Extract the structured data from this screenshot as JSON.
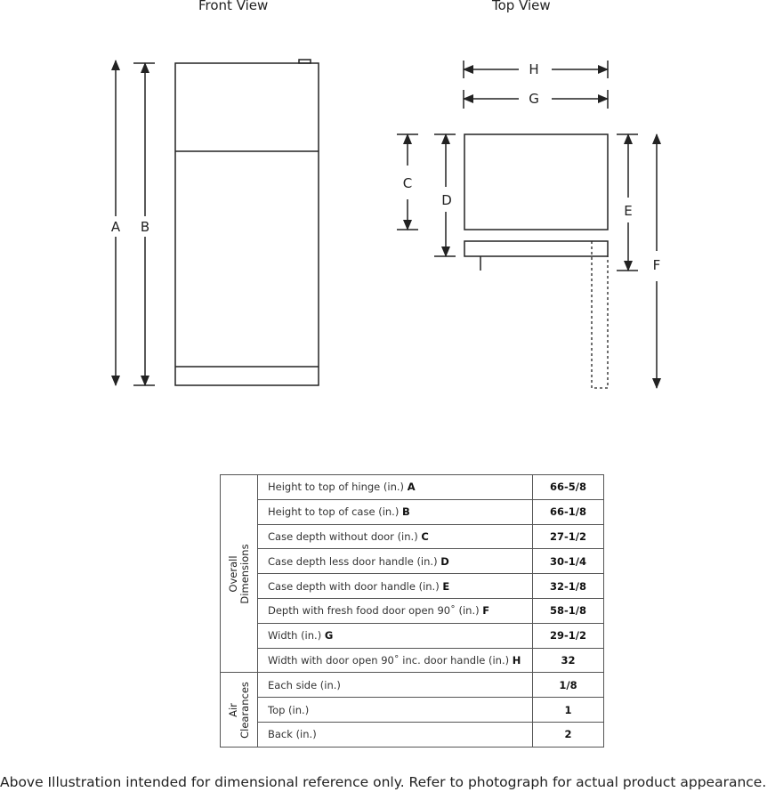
{
  "views": {
    "front_title": "Front View",
    "top_title": "Top View"
  },
  "dimension_labels": {
    "A": "A",
    "B": "B",
    "C": "C",
    "D": "D",
    "E": "E",
    "F": "F",
    "G": "G",
    "H": "H"
  },
  "table": {
    "groups": {
      "overall_line1": "Overall",
      "overall_line2": "Dimensions",
      "air_line1": "Air",
      "air_line2": "Clearances"
    },
    "rows": [
      {
        "label": "Height to top of hinge (in.)",
        "key": "A",
        "value": "66-5/8"
      },
      {
        "label": "Height to top of case (in.)",
        "key": "B",
        "value": "66-1/8"
      },
      {
        "label": "Case depth without door (in.)",
        "key": "C",
        "value": "27-1/2"
      },
      {
        "label": "Case depth less door handle (in.)",
        "key": "D",
        "value": "30-1/4"
      },
      {
        "label": "Case depth with door handle (in.)",
        "key": "E",
        "value": "32-1/8"
      },
      {
        "label": "Depth with fresh food door open 90˚ (in.)",
        "key": "F",
        "value": "58-1/8"
      },
      {
        "label": "Width (in.)",
        "key": "G",
        "value": "29-1/2"
      },
      {
        "label": "Width with door open 90˚ inc. door handle (in.)",
        "key": "H",
        "value": "32"
      },
      {
        "label": "Each side (in.)",
        "key": "",
        "value": "1/8"
      },
      {
        "label": "Top (in.)",
        "key": "",
        "value": "1"
      },
      {
        "label": "Back (in.)",
        "key": "",
        "value": "2"
      }
    ]
  },
  "footnote": "Above Illustration intended for dimensional reference only. Refer to photograph for actual product appearance."
}
